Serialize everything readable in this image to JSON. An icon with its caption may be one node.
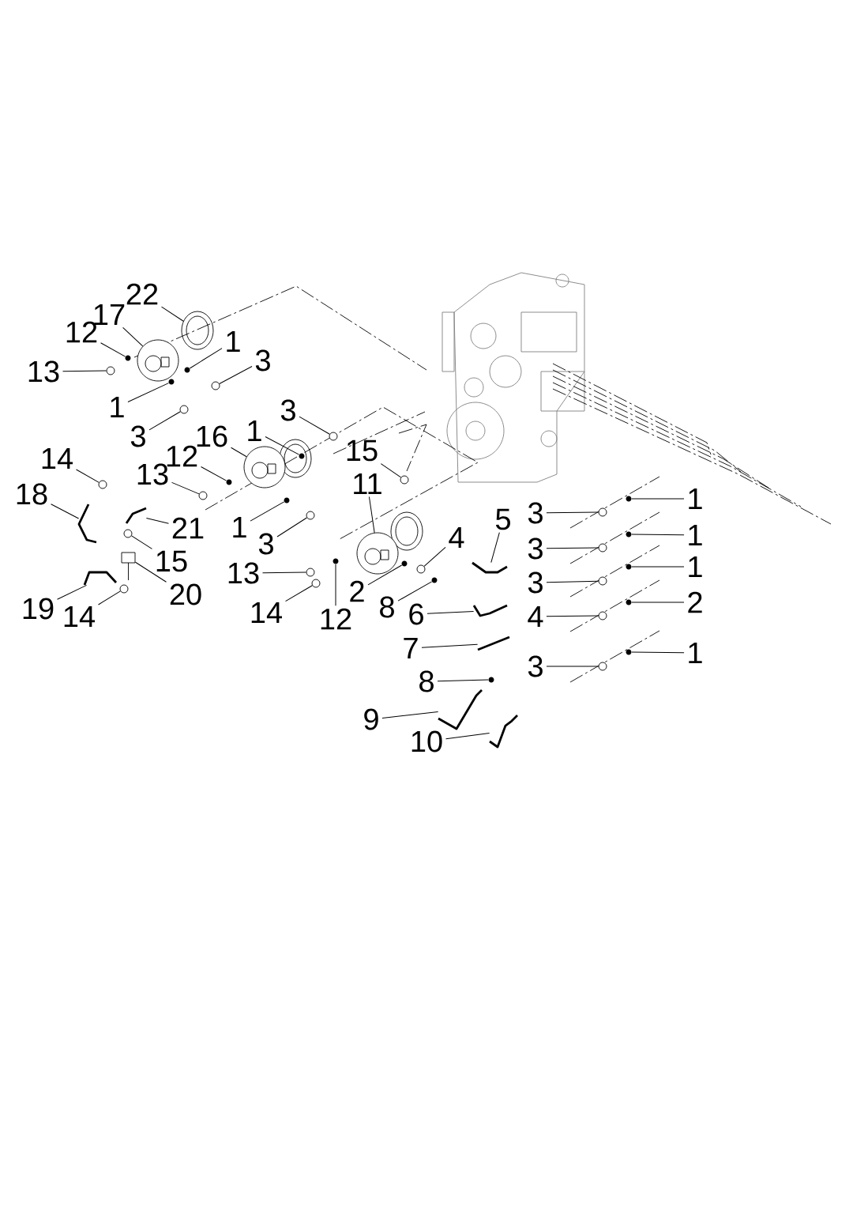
{
  "diagram": {
    "nodes": [
      {
        "text": [
          "22"
        ]
      },
      {
        "text": [
          "17"
        ]
      },
      {
        "text": [
          "12"
        ]
      },
      {
        "text": [
          "13"
        ]
      },
      {
        "text": [
          "1"
        ]
      },
      {
        "text": [
          "3"
        ]
      },
      {
        "text": [
          "1"
        ]
      },
      {
        "text": [
          "3"
        ]
      },
      {
        "text": [
          "3"
        ]
      },
      {
        "text": [
          "16"
        ]
      },
      {
        "text": [
          "1"
        ]
      },
      {
        "text": [
          "12"
        ]
      },
      {
        "text": [
          "15"
        ]
      },
      {
        "text": [
          "13"
        ]
      },
      {
        "text": [
          "14"
        ]
      },
      {
        "text": [
          "11"
        ]
      },
      {
        "text": [
          "18"
        ]
      },
      {
        "text": [
          "21"
        ]
      },
      {
        "text": [
          "1"
        ]
      },
      {
        "text": [
          "5"
        ]
      },
      {
        "text": [
          "4"
        ]
      },
      {
        "text": [
          "15"
        ]
      },
      {
        "text": [
          "3"
        ]
      },
      {
        "text": [
          "13"
        ]
      },
      {
        "text": [
          "2"
        ]
      },
      {
        "text": [
          "20"
        ]
      },
      {
        "text": [
          "8"
        ]
      },
      {
        "text": [
          "14"
        ]
      },
      {
        "text": [
          "12"
        ]
      },
      {
        "text": [
          "19"
        ]
      },
      {
        "text": [
          "14"
        ]
      },
      {
        "text": [
          "6"
        ]
      },
      {
        "text": [
          "7"
        ]
      },
      {
        "text": [
          "8"
        ]
      },
      {
        "text": [
          "9"
        ]
      },
      {
        "text": [
          "10"
        ]
      },
      {
        "text": [
          "3"
        ]
      },
      {
        "text": [
          "1"
        ]
      },
      {
        "text": [
          "3"
        ]
      },
      {
        "text": [
          "1"
        ]
      },
      {
        "text": [
          "3"
        ]
      },
      {
        "text": [
          "1"
        ]
      },
      {
        "text": [
          "4"
        ]
      },
      {
        "text": [
          "2"
        ]
      },
      {
        "text": [
          "3"
        ]
      },
      {
        "text": [
          "1"
        ]
      },
      {
        "text": [],
        "shape": "picture"
      },
      {
        "text": [],
        "shape": "picture"
      },
      {
        "text": [],
        "shape": "circle"
      },
      {
        "text": [],
        "shape": "circle"
      },
      {
        "text": [],
        "shape": "circle"
      },
      {
        "text": [],
        "shape": "circle"
      },
      {
        "text": [],
        "shape": "circle"
      },
      {
        "text": [],
        "shape": "circle"
      },
      {
        "text": [],
        "shape": "circle"
      },
      {
        "text": [],
        "shape": "picture"
      },
      {
        "text": [],
        "shape": "circle"
      },
      {
        "text": [],
        "shape": "circle"
      },
      {
        "text": [],
        "shape": "circle"
      },
      {
        "text": [],
        "shape": "circle"
      },
      {
        "text": [],
        "shape": "circle"
      },
      {
        "text": [],
        "shape": "picture"
      },
      {
        "text": [],
        "shape": "picture"
      },
      {
        "text": [],
        "shape": "picture"
      },
      {
        "text": [],
        "shape": "circle"
      },
      {
        "text": [],
        "shape": "picture"
      },
      {
        "text": [],
        "shape": "circle"
      },
      {
        "text": [],
        "shape": "circle"
      },
      {
        "text": [],
        "shape": "circle"
      },
      {
        "text": [],
        "shape": "circle"
      },
      {
        "text": [],
        "shape": "circle"
      },
      {
        "text": [],
        "shape": "box"
      },
      {
        "text": [],
        "shape": "circle"
      },
      {
        "text": [],
        "shape": "circle"
      },
      {
        "text": [],
        "shape": "circle"
      },
      {
        "text": [],
        "shape": "picture"
      },
      {
        "text": [],
        "shape": "circle"
      },
      {
        "text": [],
        "shape": "picture"
      },
      {
        "text": [],
        "shape": "picture"
      },
      {
        "text": [],
        "shape": "circle"
      },
      {
        "text": [],
        "shape": "picture"
      },
      {
        "text": [],
        "shape": "picture"
      },
      {
        "text": [],
        "shape": "circle"
      },
      {
        "text": [],
        "shape": "circle"
      },
      {
        "text": [],
        "shape": "circle"
      },
      {
        "text": [],
        "shape": "circle"
      },
      {
        "text": [],
        "shape": "circle"
      },
      {
        "text": [],
        "shape": "circle"
      },
      {
        "text": [],
        "shape": "circle"
      },
      {
        "text": [],
        "shape": "circle"
      },
      {
        "text": [],
        "shape": "circle"
      },
      {
        "text": [],
        "shape": "circle"
      }
    ],
    "edges": [
      {
        "from": 0,
        "to": 46,
        "arrow": "none"
      },
      {
        "from": 1,
        "to": 47,
        "arrow": "none"
      },
      {
        "from": 2,
        "to": 48,
        "arrow": "none"
      },
      {
        "from": 3,
        "to": 49,
        "arrow": "none"
      },
      {
        "from": 4,
        "to": 50,
        "arrow": "none"
      },
      {
        "from": 5,
        "to": 51,
        "arrow": "none"
      },
      {
        "from": 6,
        "to": 52,
        "arrow": "none"
      },
      {
        "from": 7,
        "to": 53,
        "arrow": "none"
      },
      {
        "from": 8,
        "to": 54,
        "arrow": "none"
      },
      {
        "from": 9,
        "to": 55,
        "arrow": "none"
      },
      {
        "from": 10,
        "to": 56,
        "arrow": "none"
      },
      {
        "from": 11,
        "to": 57,
        "arrow": "none"
      },
      {
        "from": 12,
        "to": 58,
        "arrow": "none"
      },
      {
        "from": 13,
        "to": 59,
        "arrow": "none"
      },
      {
        "from": 14,
        "to": 60,
        "arrow": "none"
      },
      {
        "from": 15,
        "to": 61,
        "arrow": "none"
      },
      {
        "from": 16,
        "to": 62,
        "arrow": "none"
      },
      {
        "from": 17,
        "to": 63,
        "arrow": "none"
      },
      {
        "from": 18,
        "to": 64,
        "arrow": "none"
      },
      {
        "from": 19,
        "to": 65,
        "arrow": "none"
      },
      {
        "from": 20,
        "to": 66,
        "arrow": "none"
      },
      {
        "from": 21,
        "to": 67,
        "arrow": "none"
      },
      {
        "from": 22,
        "to": 68,
        "arrow": "none"
      },
      {
        "from": 23,
        "to": 69,
        "arrow": "none"
      },
      {
        "from": 24,
        "to": 70,
        "arrow": "none"
      },
      {
        "from": 25,
        "to": 71,
        "arrow": "none"
      },
      {
        "from": 26,
        "to": 72,
        "arrow": "none"
      },
      {
        "from": 27,
        "to": 73,
        "arrow": "none"
      },
      {
        "from": 28,
        "to": 74,
        "arrow": "none"
      },
      {
        "from": 29,
        "to": 75,
        "arrow": "none"
      },
      {
        "from": 30,
        "to": 76,
        "arrow": "none"
      },
      {
        "from": 31,
        "to": 77,
        "arrow": "none"
      },
      {
        "from": 32,
        "to": 78,
        "arrow": "none"
      },
      {
        "from": 33,
        "to": 79,
        "arrow": "none"
      },
      {
        "from": 34,
        "to": 80,
        "arrow": "none"
      },
      {
        "from": 35,
        "to": 81,
        "arrow": "none"
      },
      {
        "from": 36,
        "to": 82,
        "arrow": "none"
      },
      {
        "from": 37,
        "to": 83,
        "arrow": "none"
      },
      {
        "from": 38,
        "to": 84,
        "arrow": "none"
      },
      {
        "from": 39,
        "to": 85,
        "arrow": "none"
      },
      {
        "from": 40,
        "to": 86,
        "arrow": "none"
      },
      {
        "from": 41,
        "to": 87,
        "arrow": "none"
      },
      {
        "from": 42,
        "to": 88,
        "arrow": "none"
      },
      {
        "from": 43,
        "to": 89,
        "arrow": "none"
      },
      {
        "from": 44,
        "to": 90,
        "arrow": "none"
      },
      {
        "from": 45,
        "to": 91,
        "arrow": "none"
      }
    ]
  }
}
